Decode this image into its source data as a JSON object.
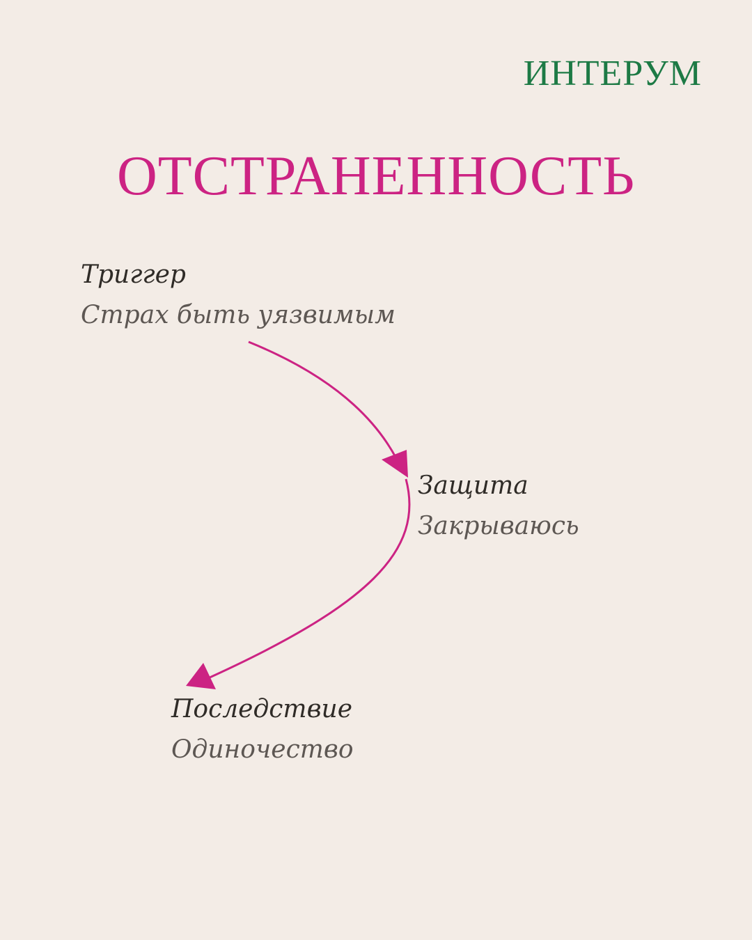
{
  "brand": "ИНТЕРУМ",
  "title": "ОТСТРАНЕННОСТЬ",
  "nodes": [
    {
      "label": "Триггер",
      "value": "Страх быть уязвимым"
    },
    {
      "label": "Защита",
      "value": "Закрываюсь"
    },
    {
      "label": "Последствие",
      "value": "Одиночество"
    }
  ],
  "colors": {
    "background": "#f3ece6",
    "brand": "#1d7a45",
    "accent": "#cc2383",
    "label_text": "#2f2b27",
    "value_text": "#5d5753"
  }
}
